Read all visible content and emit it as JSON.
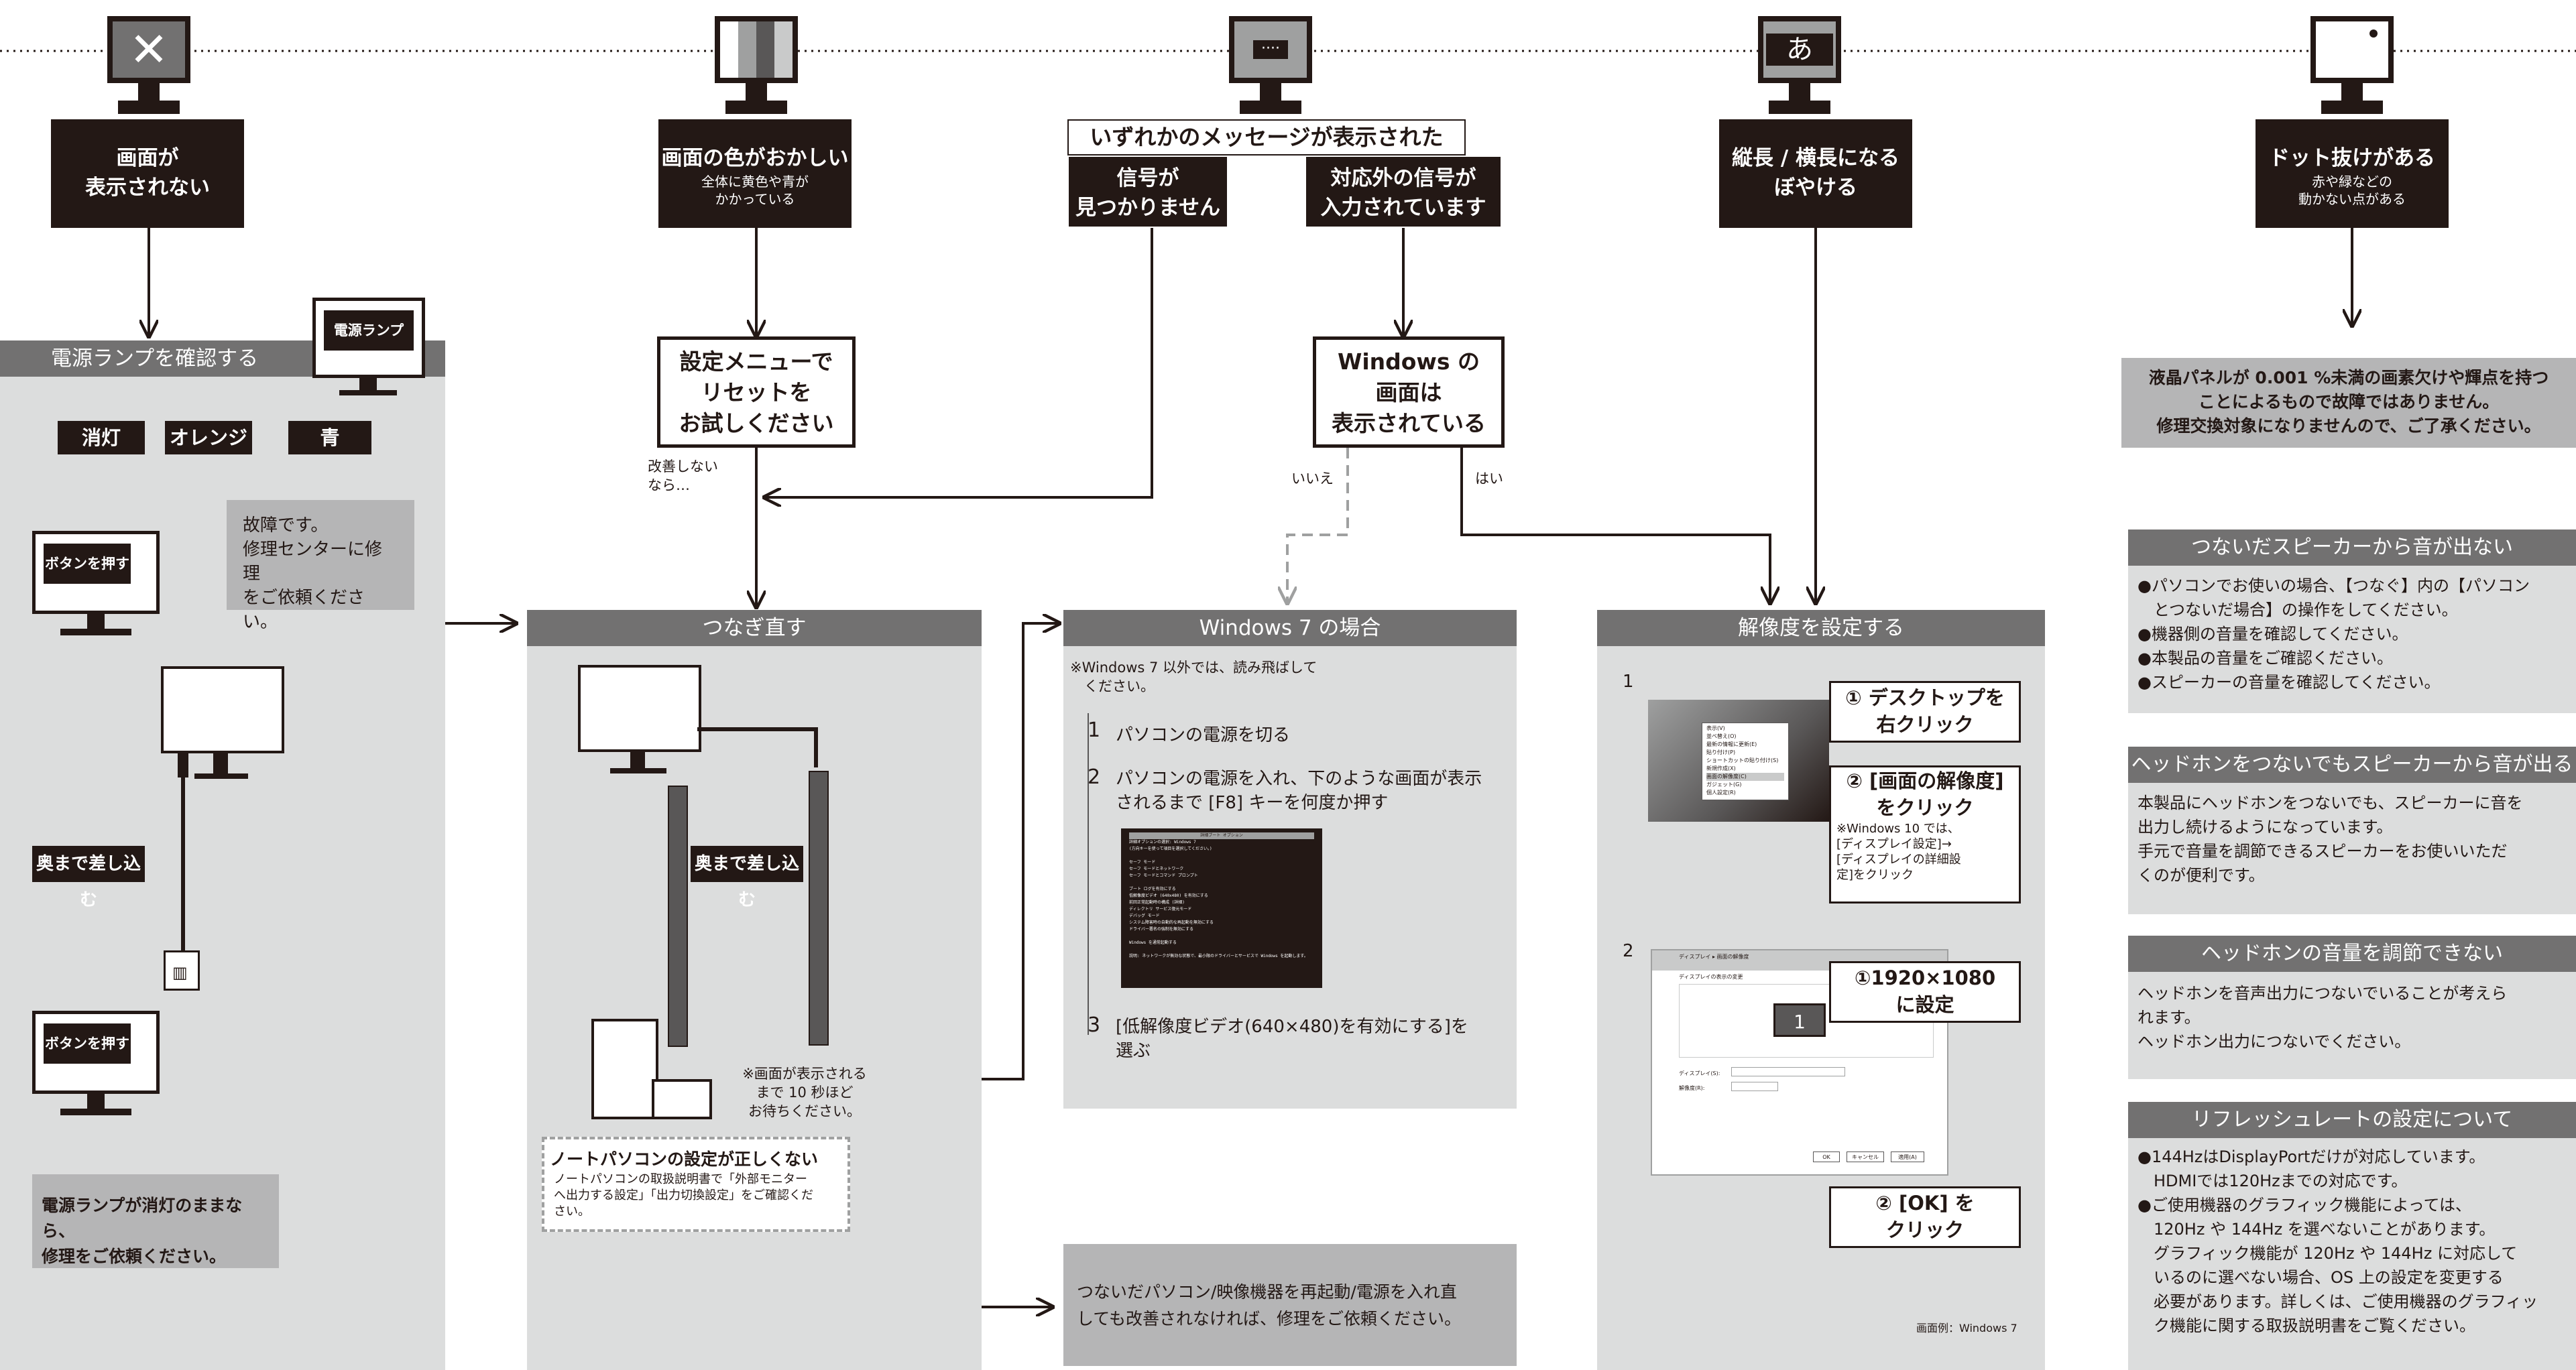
{
  "symptoms": {
    "no_display": {
      "title": "画面が\n表示されない"
    },
    "color": {
      "title": "画面の色がおかしい",
      "sub": "全体に黄色や青が\nかかっている"
    },
    "message": {
      "banner": "いずれかのメッセージが表示された",
      "no_signal": "信号が\n見つかりません",
      "unsupported": "対応外の信号が\n入力されています",
      "icon_text": "····"
    },
    "aspect": {
      "title": "縦長 / 横長になる\nぼやける",
      "icon_text": "あ"
    },
    "dot": {
      "title": "ドット抜けがある",
      "sub": "赤や緑などの\n動かない点がある"
    }
  },
  "power_lamp": {
    "header": "電源ランプを確認する",
    "lamp_label": "電源ランプ",
    "states": [
      "消灯",
      "オレンジ",
      "青"
    ],
    "blue_note": "故障です。\n修理センターに修理\nをご依頼ください。",
    "press_button": "ボタンを押す",
    "plug_in": "奥まで差し込む",
    "outlet_icon": "▥",
    "result": "電源ランプが消灯のままなら、\n修理をご依頼ください。"
  },
  "reset_menu": {
    "text": "設定メニューで\nリセットを\nお試しください",
    "note": "改善しない\nなら…"
  },
  "windows_check": {
    "text": "Windows の\n画面は\n表示されている",
    "no": "いいえ",
    "yes": "はい"
  },
  "reconnect": {
    "header": "つなぎ直す",
    "plug_in": "奥まで差し込む",
    "wait_note": "※画面が表示される\nまで 10 秒ほど\nお待ちください。",
    "laptop_title": "ノートパソコンの設定が正しくない",
    "laptop_text": "ノートパソコンの取扱説明書で「外部モニター\nへ出力する設定」「出力切換設定」をご確認くだ\nさい。"
  },
  "win7": {
    "header": "Windows 7 の場合",
    "note": "※Windows 7 以外では、読み飛ばして\n　ください。",
    "steps": [
      {
        "num": "1",
        "text": "パソコンの電源を切る"
      },
      {
        "num": "2",
        "text": "パソコンの電源を入れ、下のような画面が表示\nされるまで [F8] キーを何度か押す"
      },
      {
        "num": "3",
        "text": "[低解像度ビデオ(640×480)を有効にする]を\n選ぶ"
      }
    ],
    "boot_screen": [
      "詳細ブート オプション",
      "詳細オプションの選択: Windows 7",
      "(方向キーを使って項目を選択してください。)",
      "",
      "セーフ モード",
      "セーフ モードとネットワーク",
      "セーフ モードとコマンド プロンプト",
      "",
      "ブート ログを有効にする",
      "低解像度ビデオ (640x480) を有効にする",
      "前回正常起動時の構成 (詳細)",
      "ディレクトリ サービス復元モード",
      "デバッグ モード",
      "システム障害時の自動的な再起動を無効にする",
      "ドライバー署名の強制を無効にする",
      "",
      "Windows を通常起動する",
      "",
      "説明: ネットワークが無効な状態で、最小限のドライバーとサービスで Windows を起動します。"
    ]
  },
  "restart_note": "つないだパソコン/映像機器を再起動/電源を入れ直\nしても改善されなければ、修理をご依頼ください。",
  "resolution": {
    "header": "解像度を設定する",
    "step1_num": "1",
    "step2_num": "2",
    "callout1": "① デスクトップを\n右クリック",
    "callout2_title": "② [画面の解像度]\nをクリック",
    "callout2_note": "※Windows 10 では、\n[ディスプレイ設定]→\n[ディスプレイの詳細設\n定]をクリック",
    "callout3": "①1920×1080\nに設定",
    "callout4": "② [OK] を\nクリック",
    "caption": "画面例：Windows 7",
    "context_menu": [
      "表示(V)",
      "並べ替え(O)",
      "最新の情報に更新(E)",
      "貼り付け(P)",
      "ショートカットの貼り付け(S)",
      "新規作成(X)",
      "画面の解像度(C)",
      "ガジェット(G)",
      "個人設定(R)"
    ],
    "dialog_title": "ディスプレイ ▸ 画面の解像度",
    "dialog_heading": "ディスプレイの表示の変更",
    "dialog_display_label": "ディスプレイ(S):",
    "dialog_resolution_label": "解像度(R):",
    "dialog_monitor_number": "1",
    "dialog_ok": "OK",
    "dialog_cancel": "キャンセル",
    "dialog_apply": "適用(A)"
  },
  "dot_note": "液晶パネルが 0.001 %未満の画素欠けや輝点を持つ\nことによるもので故障ではありません。\n修理交換対象になりませんので、ご了承ください。",
  "side_panels": [
    {
      "header": "つないだスピーカーから音が出ない",
      "body": "●パソコンでお使いの場合、【つなぐ】内の【パソコン\n　とつないだ場合】の操作をしてください。\n●機器側の音量を確認してください。\n●本製品の音量をご確認ください。\n●スピーカーの音量を確認してください。"
    },
    {
      "header": "ヘッドホンをつないでもスピーカーから音が出る",
      "body": "本製品にヘッドホンをつないでも、スピーカーに音を\n出力し続けるようになっています。\n手元で音量を調節できるスピーカーをお使いいただ\nくのが便利です。"
    },
    {
      "header": "ヘッドホンの音量を調節できない",
      "body": "ヘッドホンを音声出力につないでいることが考えら\nれます。\nヘッドホン出力につないでください。"
    },
    {
      "header": "リフレッシュレートの設定について",
      "body": "●144HzはDisplayPortだけが対応しています。\n　HDMIでは120Hzまでの対応です。\n●ご使用機器のグラフィック機能によっては、\n　120Hz や 144Hz を選べないことがあります。\n　グラフィック機能が 120Hz や 144Hz に対応して\n　いるのに選べない場合、OS 上の設定を変更する\n　必要があります。詳しくは、ご使用機器のグラフィッ\n　ク機能に関する取扱説明書をご覧ください。"
    }
  ],
  "colors": {
    "dark": "#231815",
    "header_gray": "#727171",
    "panel_bg": "#dcdddd",
    "light_gray": "#b5b5b6",
    "dashed": "#9fa0a0"
  }
}
